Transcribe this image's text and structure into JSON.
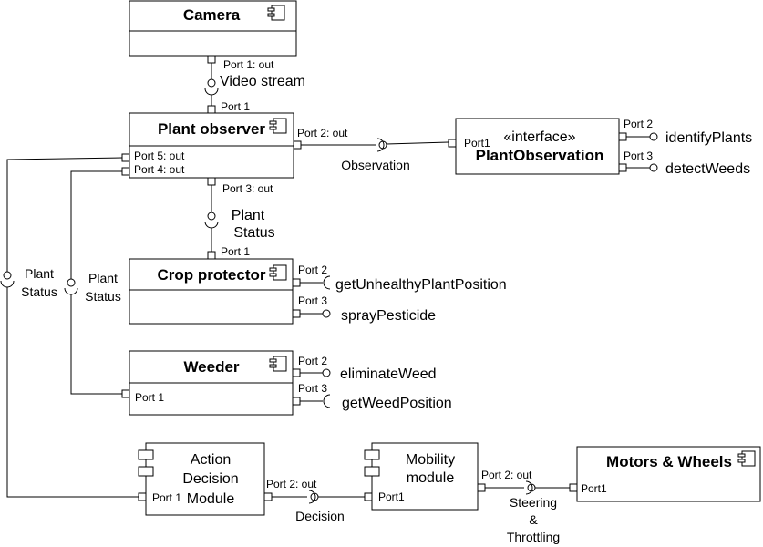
{
  "components": {
    "camera": {
      "title": "Camera"
    },
    "plant_observer": {
      "title": "Plant observer"
    },
    "crop_protector": {
      "title": "Crop protector"
    },
    "weeder": {
      "title": "Weeder"
    },
    "action_decision": {
      "title_lines": [
        "Action",
        "Decision",
        "Module"
      ]
    },
    "mobility": {
      "title_lines": [
        "Mobility",
        "module"
      ]
    },
    "motors": {
      "title": "Motors & Wheels"
    },
    "plant_observation": {
      "stereotype": "«interface»",
      "title": "PlantObservation"
    }
  },
  "ports": {
    "camera_out": "Port 1: out",
    "po_in": "Port 1",
    "po_p2": "Port 2: out",
    "po_p5": "Port 5: out",
    "po_p4": "Port 4: out",
    "po_p3": "Port 3: out",
    "iface_p1": "Port1",
    "iface_p2": "Port 2",
    "iface_p3": "Port 3",
    "cp_p1": "Port 1",
    "cp_p2": "Port 2",
    "cp_p3": "Port 3",
    "weeder_p1": "Port 1",
    "weeder_p2": "Port 2",
    "weeder_p3": "Port 3",
    "adm_p1": "Port 1",
    "adm_p2": "Port 2: out",
    "mob_p1": "Port1",
    "mob_p2": "Port 2: out",
    "mw_p1": "Port1"
  },
  "interfaces": {
    "video_stream": "Video stream",
    "observation": "Observation",
    "plant_status_mid": [
      "Plant",
      "Status"
    ],
    "plant_status_outer": [
      "Plant",
      "Status"
    ],
    "plant_status_inner": [
      "Plant",
      "Status"
    ],
    "identify_plants": "identifyPlants",
    "detect_weeds": "detectWeeds",
    "get_unhealthy": "getUnhealthyPlantPosition",
    "spray_pesticide": "sprayPesticide",
    "eliminate_weed": "eliminateWeed",
    "get_weed_position": "getWeedPosition",
    "decision": "Decision",
    "steering": [
      "Steering",
      "&",
      "Throttling"
    ]
  }
}
